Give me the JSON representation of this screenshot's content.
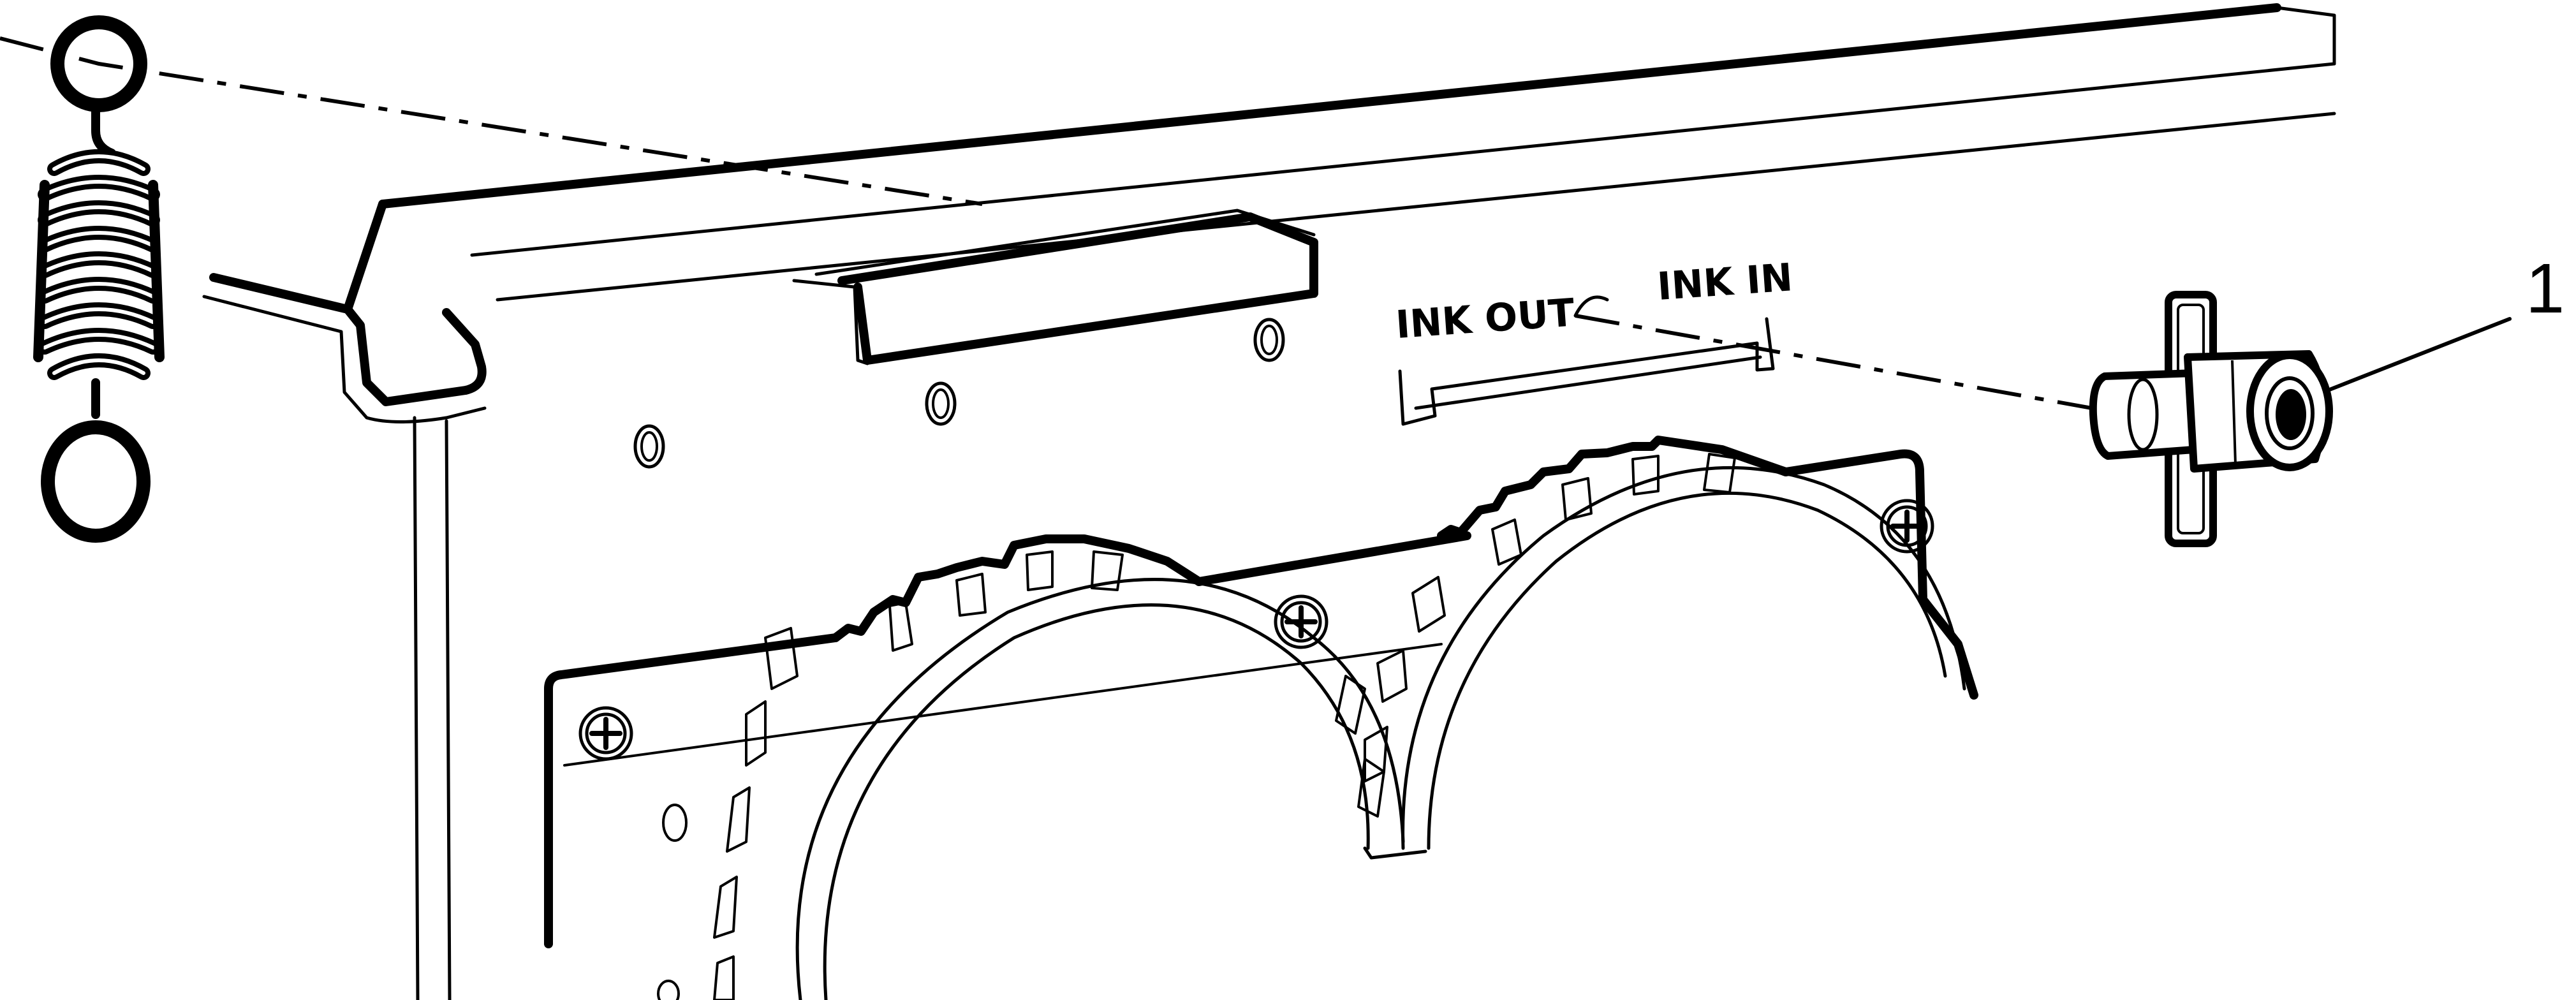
{
  "figure": {
    "port_labels": {
      "ink_out": "INK OUT",
      "ink_in": "INK IN"
    },
    "callouts": [
      {
        "number": "1",
        "target": "fitting"
      }
    ]
  },
  "colors": {
    "ink": "#000000",
    "paper": "#ffffff"
  }
}
